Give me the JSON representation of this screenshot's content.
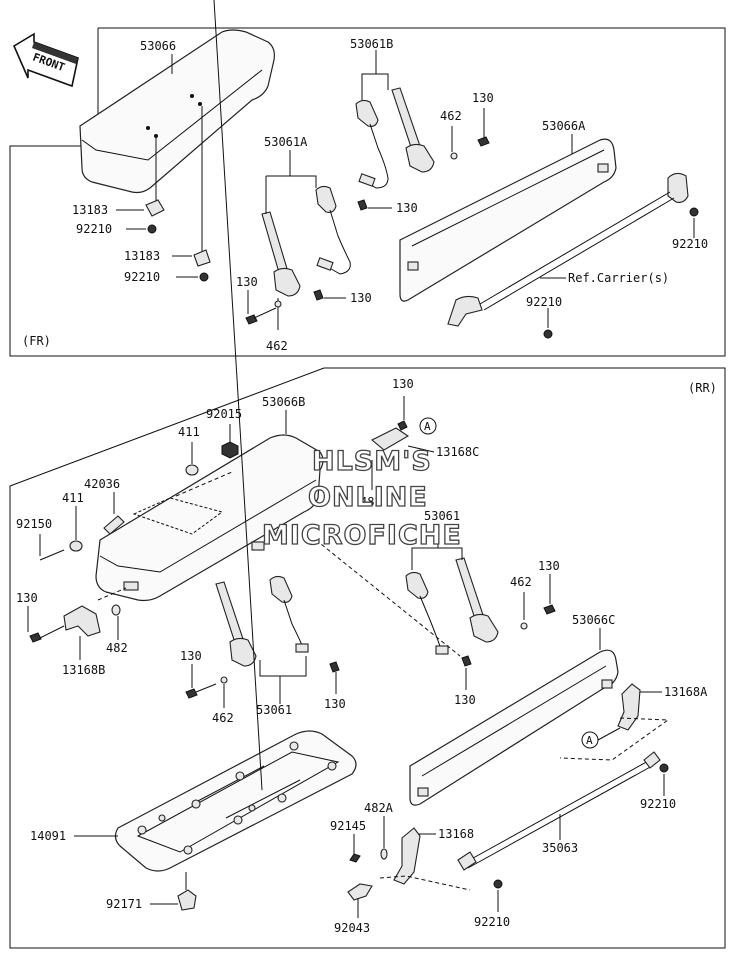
{
  "watermark": {
    "line1": "HLSM'S",
    "line2": "ONLINE",
    "line3": "MICROFICHE"
  },
  "front_arrow": {
    "label": "FRONT"
  },
  "sections": {
    "front": {
      "tag": "(FR)"
    },
    "rear": {
      "tag": "(RR)"
    }
  },
  "callouts": {
    "ref_a": "A",
    "ref_a2": "A"
  },
  "labels": {
    "fr_53066": "53066",
    "fr_13183_a": "13183",
    "fr_92210_a": "92210",
    "fr_13183_b": "13183",
    "fr_92210_b": "92210",
    "fr_53061A": "53061A",
    "fr_130_a": "130",
    "fr_462_a": "462",
    "fr_130_b": "130",
    "fr_53061B": "53061B",
    "fr_462_b": "462",
    "fr_130_c": "130",
    "fr_130_d": "130",
    "fr_53066A": "53066A",
    "fr_92210_c": "92210",
    "fr_ref_carrier": "Ref.Carrier(s)",
    "fr_92210_d": "92210",
    "rr_53066B": "53066B",
    "rr_92015": "92015",
    "rr_411_a": "411",
    "rr_42036": "42036",
    "rr_411_b": "411",
    "rr_92150": "92150",
    "rr_130_top": "130",
    "rr_13168C": "13168C",
    "rr_482_top": "482",
    "rr_53061_a": "53061",
    "rr_130_a": "130",
    "rr_482_b": "482",
    "rr_13168B": "13168B",
    "rr_130_b": "130",
    "rr_462_a": "462",
    "rr_53061_b": "53061",
    "rr_130_c": "130",
    "rr_462_b": "462",
    "rr_130_d": "130",
    "rr_130_e": "130",
    "rr_53066C": "53066C",
    "rr_13168A": "13168A",
    "rr_92210_a": "92210",
    "rr_14091": "14091",
    "rr_92145": "92145",
    "rr_482A": "482A",
    "rr_13168": "13168",
    "rr_35063": "35063",
    "rr_92171": "92171",
    "rr_92043": "92043",
    "rr_92210_b": "92210"
  }
}
